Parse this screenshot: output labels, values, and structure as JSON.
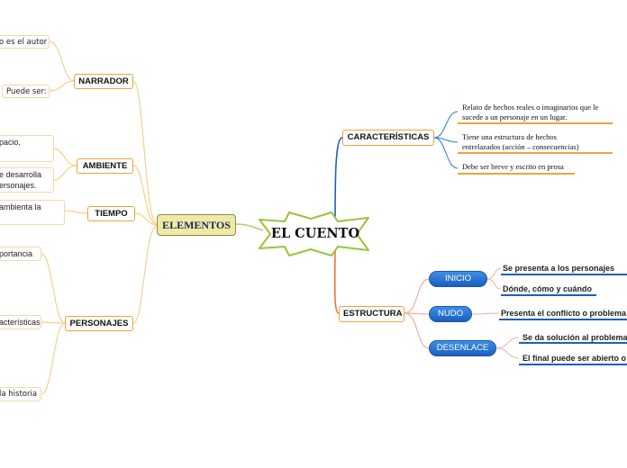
{
  "central": {
    "title": "EL CUENTO"
  },
  "elementos": {
    "label": "ELEMENTOS",
    "narrador": {
      "label": "NARRADOR",
      "items": [
        "o es el autor",
        "Puede ser:"
      ]
    },
    "ambiente": {
      "label": "AMBIENTE",
      "items": [
        "pacio,",
        "e desarrolla",
        "ersonajes."
      ]
    },
    "tiempo": {
      "label": "TIEMPO",
      "items": [
        "ambienta la"
      ]
    },
    "personajes": {
      "label": "PERSONAJES",
      "items": [
        "portancia",
        "acterísticas",
        "la historia"
      ]
    }
  },
  "caracteristicas": {
    "label": "CARACTERÍSTICAS",
    "items": [
      "Relato de hechos reales o imaginarios que le",
      "sucede a un personaje en un lugar.",
      "Tiene una estructura de hechos",
      "entrelazados (acción – consecuencias)",
      "Debe ser breve y escrito en prosa"
    ]
  },
  "estructura": {
    "label": "ESTRUCTURA",
    "inicio": {
      "label": "INICIO",
      "items": [
        "Se presenta a los personajes",
        "Dónde, cómo y cuándo"
      ]
    },
    "nudo": {
      "label": "NUDO",
      "items": [
        "Presenta el conflicto o problema"
      ]
    },
    "desenlace": {
      "label": "DESENLACE",
      "items": [
        "Se da solución al problema",
        "El final puede ser abierto o"
      ]
    }
  },
  "colors": {
    "orange": "#f0a23c",
    "blue": "#1a5fc0",
    "lightblue": "#2a78d6",
    "starOutline": "#9ac43a"
  }
}
